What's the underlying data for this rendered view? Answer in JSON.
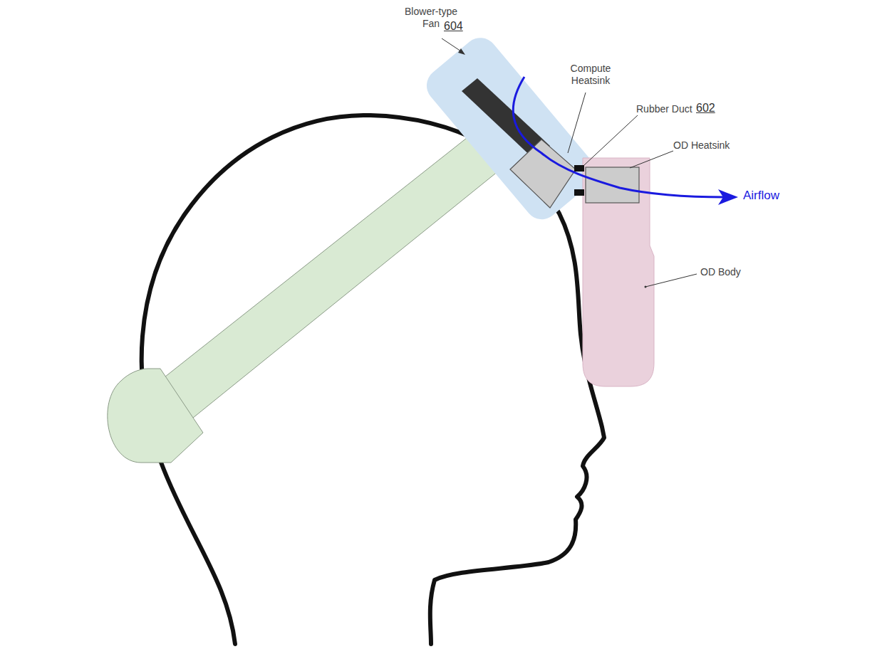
{
  "diagram": {
    "labels": [
      "Blower-type Fan",
      "604",
      "Compute Heatsink",
      "Rubber Duct",
      "602",
      "OD Heatsink",
      "OD Body",
      "Airflow"
    ]
  }
}
